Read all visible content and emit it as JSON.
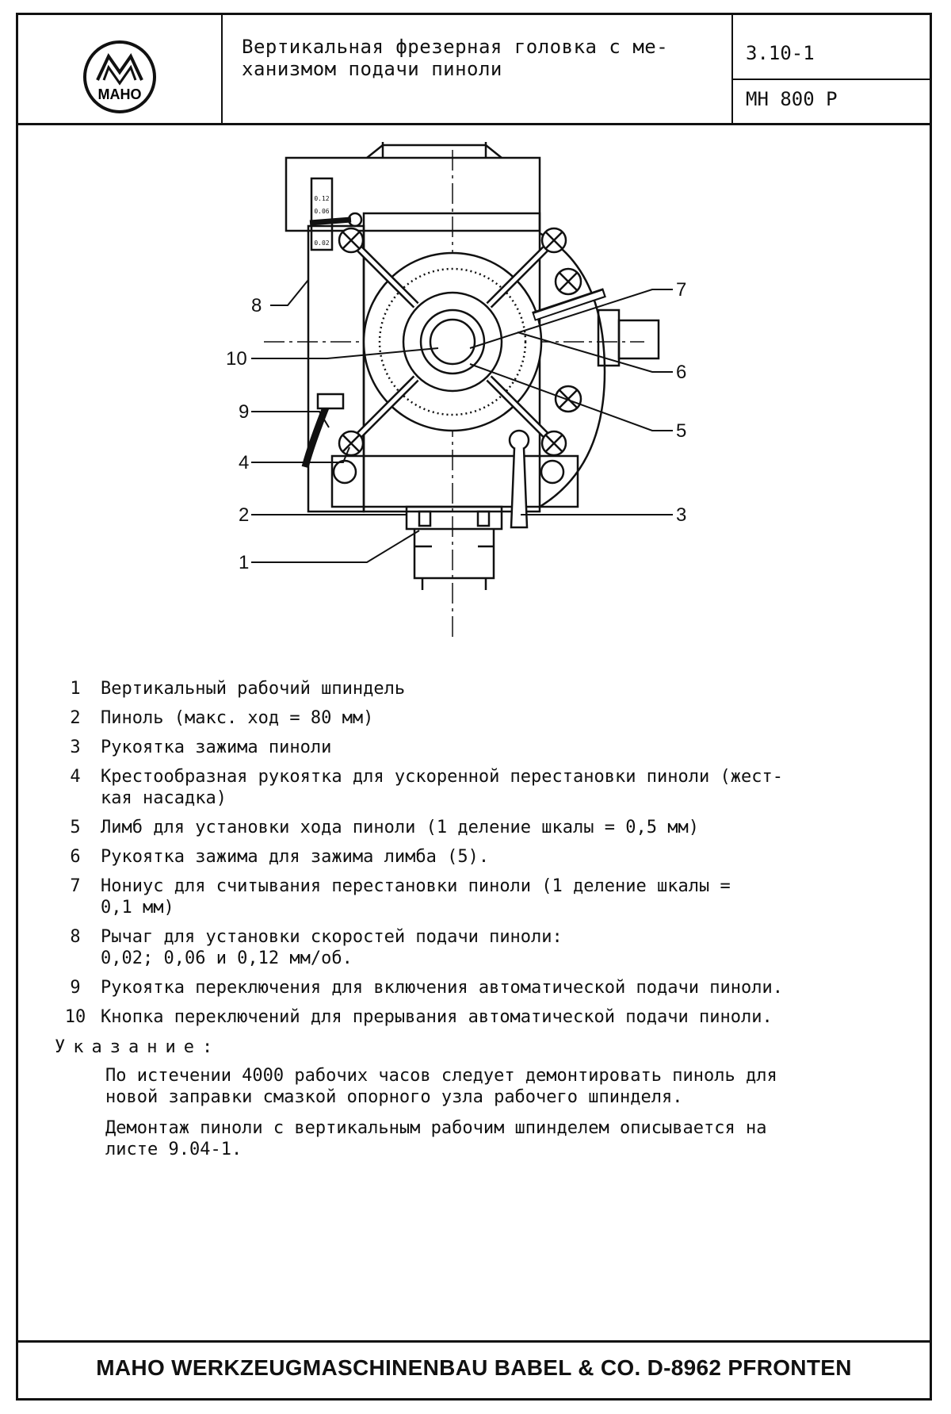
{
  "header": {
    "logo_text": "MAHO",
    "title": "Вертикальная фрезерная головка с ме-\nханизмом подачи пиноли",
    "sheet_number": "3.10-1",
    "model": "MH 800 P"
  },
  "drawing": {
    "callouts": [
      "1",
      "2",
      "3",
      "4",
      "5",
      "6",
      "7",
      "8",
      "9",
      "10"
    ],
    "gauge_values": [
      "0.12",
      "0.06",
      "0.02"
    ]
  },
  "legend": [
    {
      "n": "1",
      "text": "Вертикальный рабочий шпиндель"
    },
    {
      "n": "2",
      "text": "Пиноль (макс. ход = 80 мм)"
    },
    {
      "n": "3",
      "text": "Рукоятка зажима пиноли"
    },
    {
      "n": "4",
      "text": "Крестообразная рукоятка для ускоренной перестановки пиноли (жест-\nкая насадка)"
    },
    {
      "n": "5",
      "text": "Лимб для установки хода пиноли (1 деление шкалы = 0,5 мм)"
    },
    {
      "n": "6",
      "text": "Рукоятка зажима для зажима лимба (5)."
    },
    {
      "n": "7",
      "text": "Нониус для считывания перестановки пиноли (1 деление шкалы =\n0,1 мм)"
    },
    {
      "n": "8",
      "text": "Рычаг для установки скоростей подачи пиноли:\n0,02; 0,06 и 0,12 мм/об."
    },
    {
      "n": "9",
      "text": "Рукоятка переключения для включения автоматической подачи пиноли."
    },
    {
      "n": "10",
      "text": "Кнопка переключений для прерывания автоматической подачи пиноли."
    }
  ],
  "note": {
    "heading": "Указание:",
    "paragraphs": [
      "По истечении 4000 рабочих часов следует демонтировать пиноль для\nновой заправки смазкой опорного узла рабочего шпинделя.",
      "Демонтаж пиноли с вертикальным рабочим шпинделем описывается на\nлисте 9.04-1."
    ]
  },
  "footer": {
    "text": "MAHO WERKZEUGMASCHINENBAU BABEL & CO. D-8962 PFRONTEN"
  }
}
